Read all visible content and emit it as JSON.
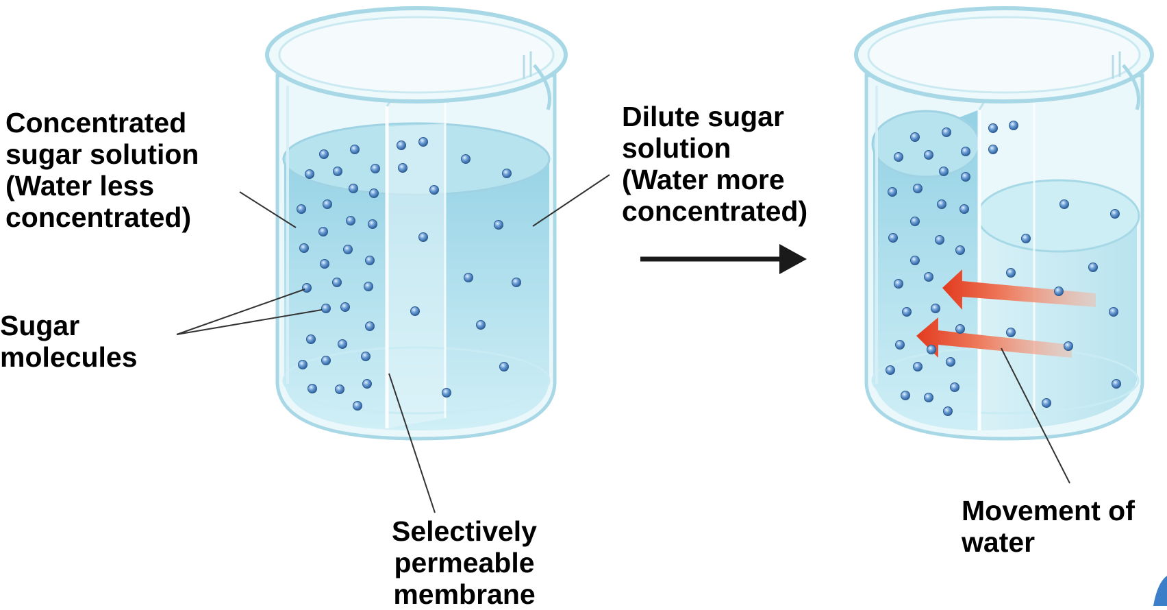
{
  "labels": {
    "concentrated": [
      "Concentrated",
      "sugar solution",
      "(Water less",
      "concentrated)"
    ],
    "dilute": [
      "Dilute sugar",
      "solution",
      "(Water more",
      "concentrated)"
    ],
    "sugar": [
      "Sugar",
      "molecules"
    ],
    "membrane": [
      "Selectively",
      "permeable",
      "membrane"
    ],
    "movement": [
      "Movement of",
      "water"
    ]
  },
  "colors": {
    "text": "#000000",
    "water": "#9fd6e8",
    "glass": "#bfe4ee",
    "molecule": "#4a86c5",
    "arrow": "#e84a2e",
    "process_arrow": "#1a1a1a"
  }
}
